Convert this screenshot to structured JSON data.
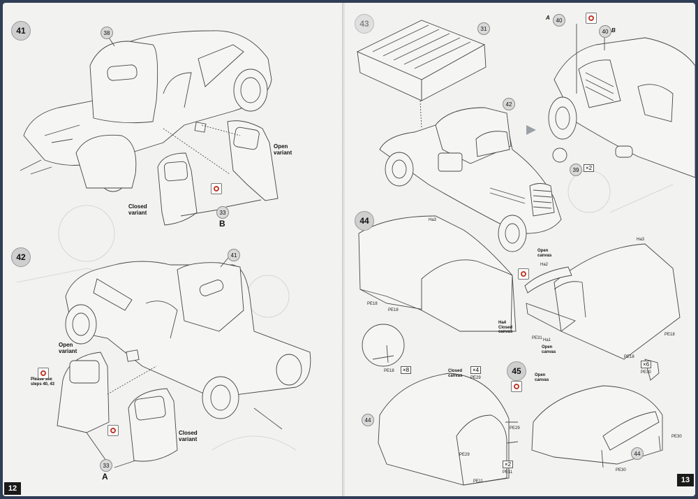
{
  "left_page": {
    "page_number": "12",
    "steps": {
      "s41": {
        "number": "41",
        "parts": {
          "p38": "38",
          "p33": "33"
        },
        "open_variant": "Open\nvariant",
        "closed_variant": "Closed\nvariant",
        "side_marker": "B"
      },
      "s42": {
        "number": "42",
        "parts": {
          "p41": "41",
          "p33": "33"
        },
        "open_variant": "Open\nvariant",
        "closed_variant": "Closed\nvariant",
        "side_marker": "A",
        "note": "Please see\nsteps 40, 43"
      }
    }
  },
  "right_page": {
    "page_number": "13",
    "steps": {
      "s43": {
        "number": "43",
        "parts": {
          "p31": "31",
          "p42": "42",
          "p39": "39",
          "p40a": "40",
          "p40b": "40"
        },
        "count_39": "×2",
        "marker_a": "A",
        "marker_b": "B"
      },
      "s44": {
        "number": "44",
        "labels": {
          "ha3_left": "Ha3",
          "ha3_right": "Ha3",
          "ha2": "Ha2",
          "ha4": "Ha4",
          "ha1": "Ha1",
          "pe18_a": "PE18",
          "pe18_b": "PE18",
          "pe18_c": "PE18",
          "pe18_d": "PE18",
          "pe18_e": "PE18",
          "pe31": "PE31"
        },
        "closed_canvas": "Ha4\nClosed\ncanvas",
        "open_canvas_top": "Open\ncanvas",
        "open_canvas_mid": "Open\ncanvas",
        "count_pe18": "×8"
      },
      "s45": {
        "number": "45",
        "part_44a": "44",
        "part_44b": "44",
        "closed_canvas": "Closed\ncanvas",
        "open_canvas": "Open\ncanvas",
        "labels": {
          "pe29_a": "PE29",
          "pe29_b": "PE29",
          "pe29_c": "PE29",
          "pe11_a": "PE11",
          "pe11_b": "PE11",
          "pe30_a": "PE30",
          "pe30_b": "PE30",
          "pe30_c": "PE30"
        },
        "count_pe29": "×4",
        "count_pe11": "×2",
        "count_pe30": "×6"
      }
    }
  }
}
